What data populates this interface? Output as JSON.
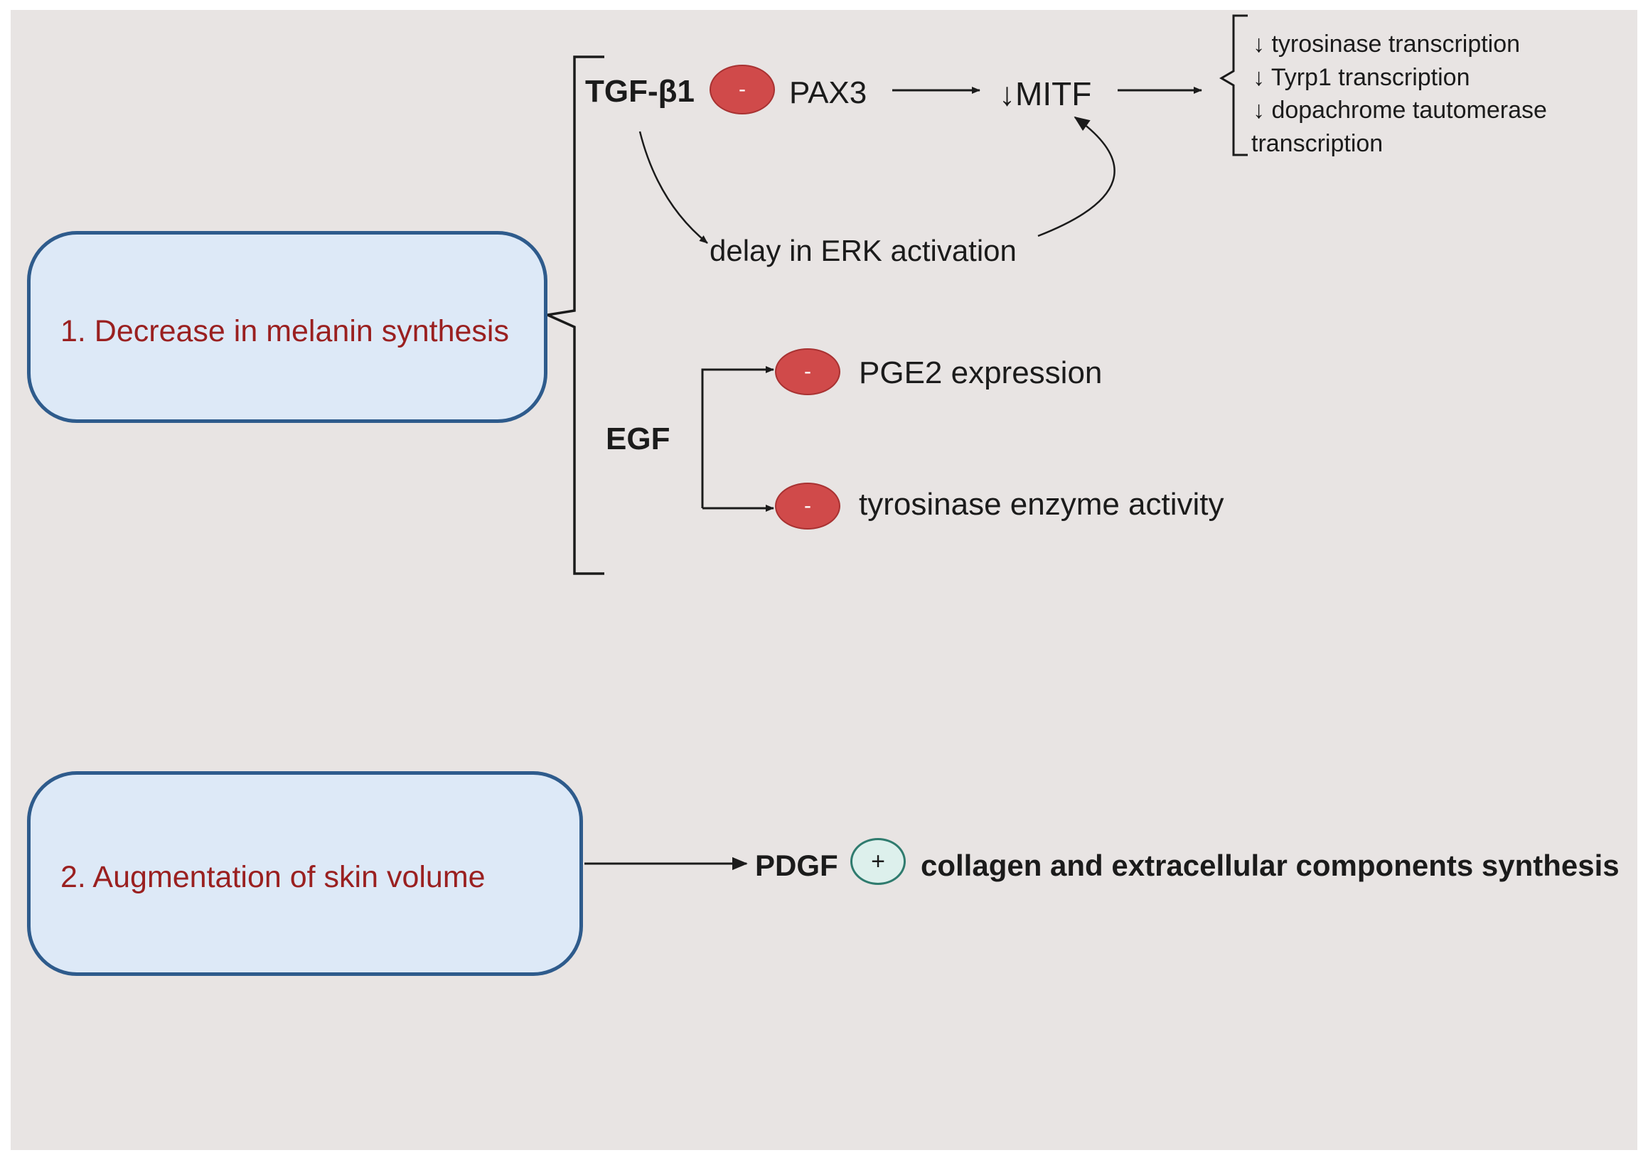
{
  "colors": {
    "page_background": "#e8e4e3",
    "box_fill": "#dde9f7",
    "box_border": "#2e5b8c",
    "box_text": "#9a2020",
    "inhibit_fill": "#d04a4a",
    "stimulate_fill": "#ddf0ec",
    "stimulate_border": "#2f7b6e",
    "line": "#1b1b1b"
  },
  "section1": {
    "box_label": "1. Decrease in melanin synthesis",
    "tgf": {
      "factor": "TGF-β1",
      "inhibit_symbol": "-",
      "target": "PAX3",
      "mitf": "↓MITF",
      "side_effect": "delay in ERK activation",
      "outcomes": [
        "↓ tyrosinase transcription",
        "↓ Tyrp1 transcription",
        "↓ dopachrome tautomerase",
        "transcription"
      ]
    },
    "egf": {
      "factor": "EGF",
      "effects": [
        {
          "symbol": "-",
          "label": "PGE2 expression"
        },
        {
          "symbol": "-",
          "label": "tyrosinase enzyme activity"
        }
      ]
    }
  },
  "section2": {
    "box_label": "2.  Augmentation of skin volume",
    "factor": "PDGF",
    "stimulate_symbol": "+",
    "outcome": "collagen and extracellular components synthesis"
  }
}
